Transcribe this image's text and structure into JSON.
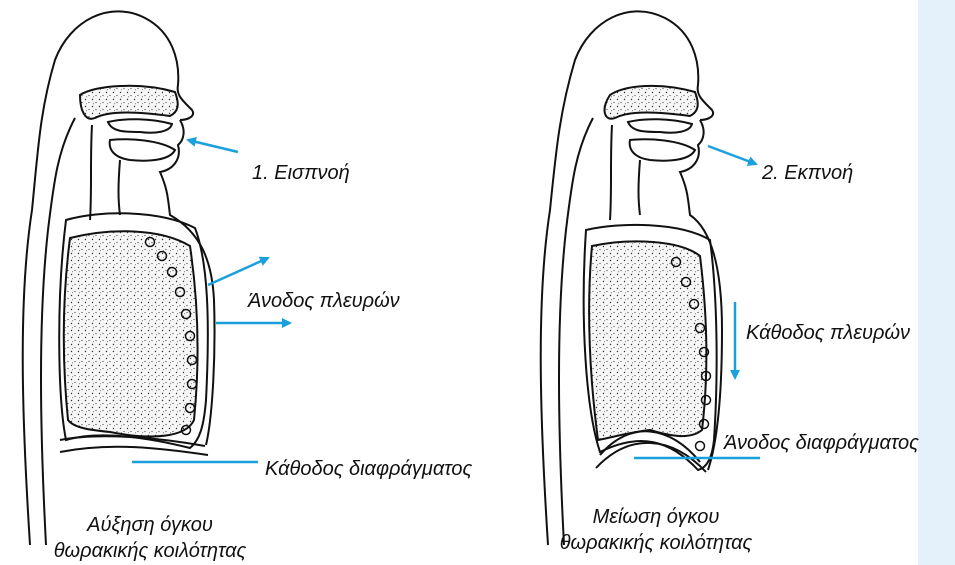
{
  "colors": {
    "arrow": "#1aa0dc",
    "outline": "#111111",
    "lung_fill": "#f4f4f4",
    "side_panel": "#e4f1fa"
  },
  "left_figure": {
    "step_label": "1. Εισπνοή",
    "rib_label": "Άνοδος πλευρών",
    "diaphragm_label": "Κάθοδος διαφράγματος",
    "caption_line1": "Αύξηση όγκου",
    "caption_line2": "θωρακικής κοιλότητας"
  },
  "right_figure": {
    "step_label": "2. Εκπνοή",
    "rib_label": "Κάθοδος πλευρών",
    "diaphragm_label": "Άνοδος διαφράγματος",
    "caption_line1": "Μείωση όγκου",
    "caption_line2": "θωρακικής κοιλότητας"
  }
}
